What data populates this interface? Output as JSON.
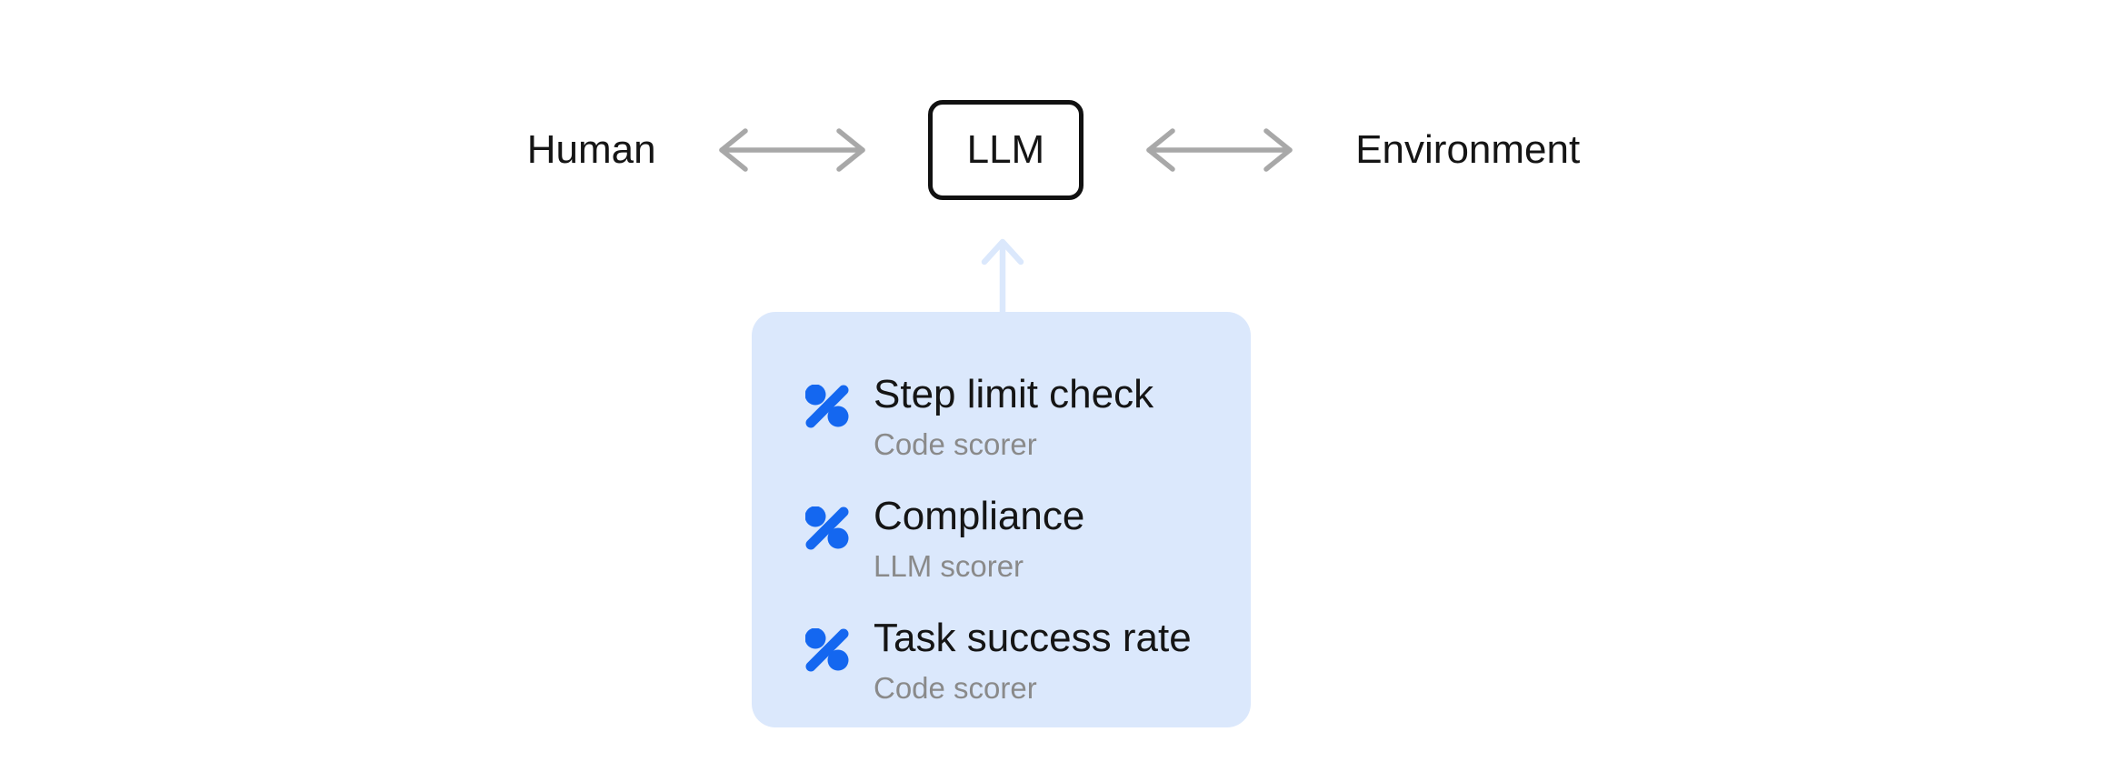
{
  "colors": {
    "background": "#ffffff",
    "accent_blue": "#1467f0",
    "panel_blue": "#dbe8fc",
    "arrow_gray": "#a8a8a8",
    "text_primary": "#151515",
    "text_secondary": "#8a8a8a",
    "llm_box_border": "#111111"
  },
  "diagram": {
    "top_row": {
      "human_label": "Human",
      "llm_label": "LLM",
      "environment_label": "Environment",
      "left_arrow_icon": "double-headed-arrow-icon",
      "right_arrow_icon": "double-headed-arrow-icon"
    },
    "feedback_arrow_icon": "up-arrow-icon",
    "scorer_panel": {
      "items": [
        {
          "icon": "percent-scorer-icon",
          "title": "Step limit check",
          "subtitle": "Code scorer"
        },
        {
          "icon": "percent-scorer-icon",
          "title": "Compliance",
          "subtitle": "LLM scorer"
        },
        {
          "icon": "percent-scorer-icon",
          "title": "Task success rate",
          "subtitle": "Code scorer"
        }
      ]
    }
  }
}
